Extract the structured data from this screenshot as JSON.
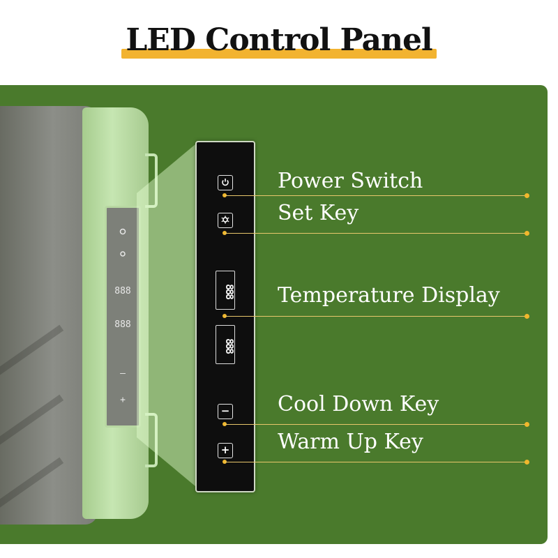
{
  "title": "LED Control Panel",
  "colors": {
    "accent_underline": "#f2b330",
    "background_green": "#4a7a2c",
    "shell_green": "#b9dca3",
    "leader_dot": "#f0b72d"
  },
  "device_panel": {
    "icons": [
      "power-icon",
      "settings-icon"
    ],
    "display_top": "888",
    "display_bottom": "888",
    "minus": "–",
    "plus": "+"
  },
  "control_panel": {
    "display_top": "888",
    "display_bottom": "888",
    "minus": "−",
    "plus": "+"
  },
  "labels": {
    "power_switch": "Power Switch",
    "set_key": "Set Key",
    "temperature_display": "Temperature Display",
    "cool_down_key": "Cool Down Key",
    "warm_up_key": "Warm Up Key"
  }
}
